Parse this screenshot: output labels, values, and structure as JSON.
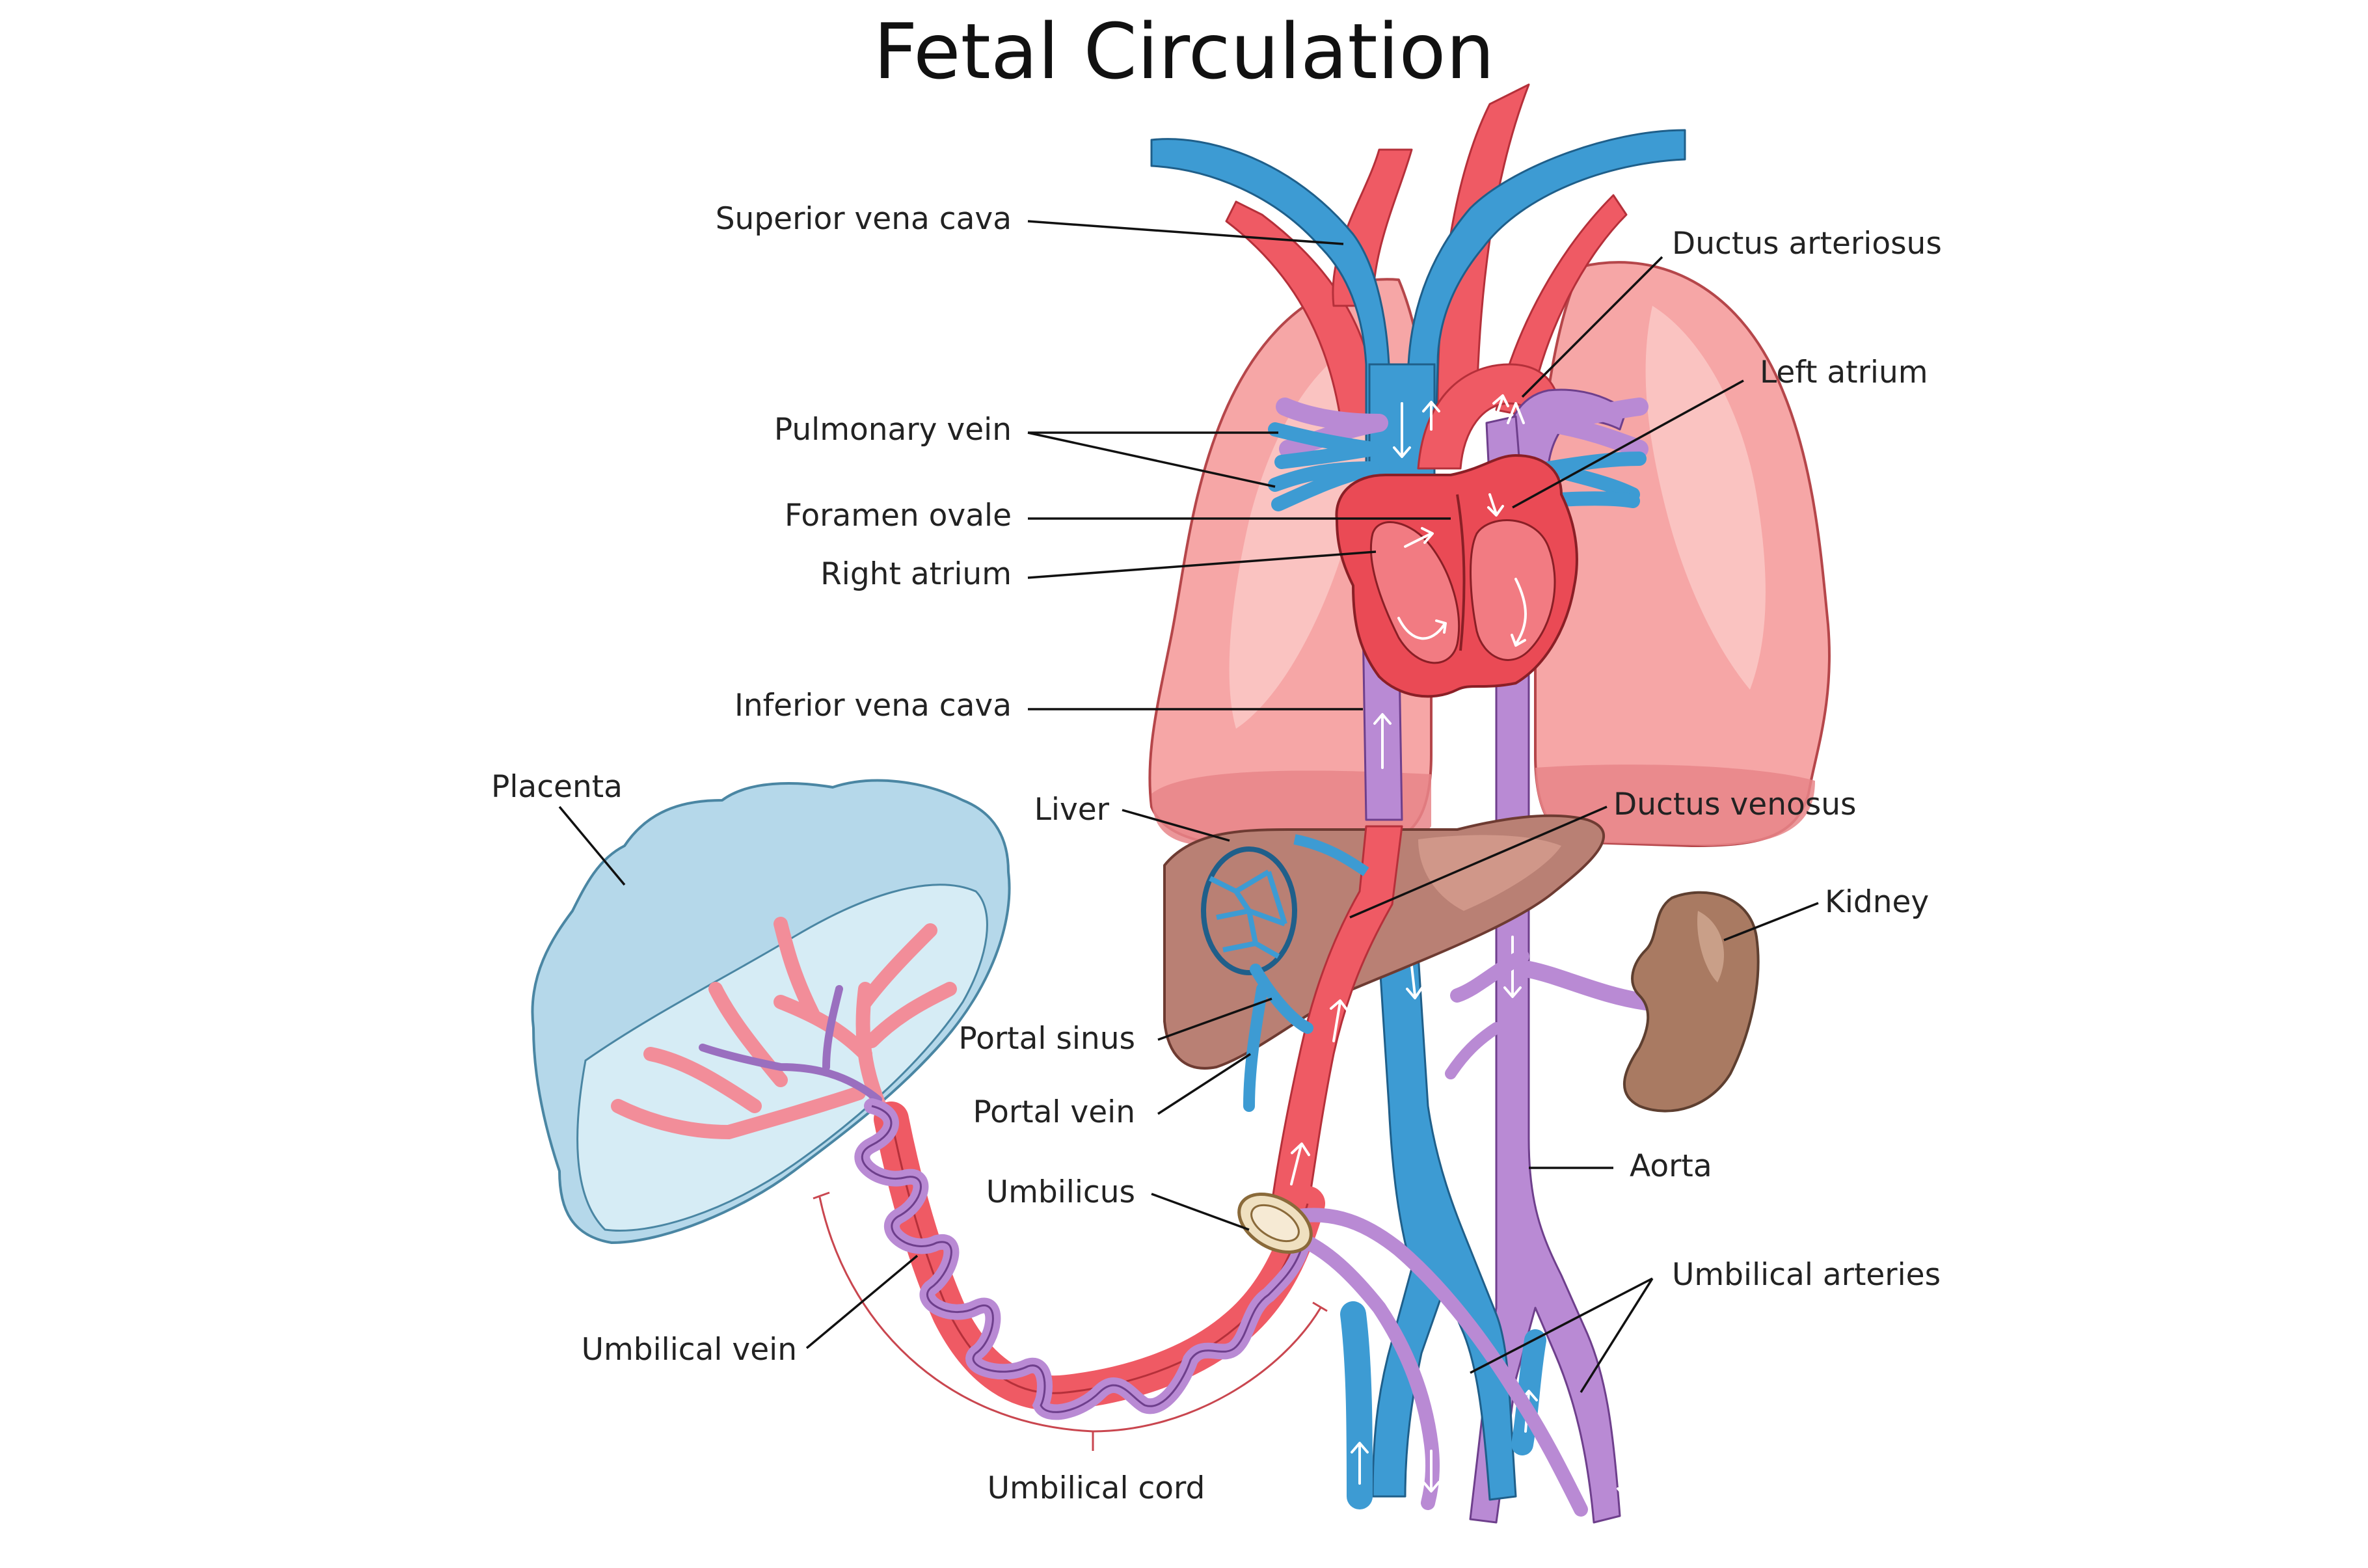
{
  "title": "Fetal Circulation",
  "labels": {
    "superior_vena_cava": "Superior vena cava",
    "ductus_arteriosus": "Ductus arteriosus",
    "left_atrium": "Left atrium",
    "pulmonary_vein": "Pulmonary vein",
    "foramen_ovale": "Foramen ovale",
    "right_atrium": "Right atrium",
    "inferior_vena_cava": "Inferior vena cava",
    "placenta": "Placenta",
    "liver": "Liver",
    "ductus_venosus": "Ductus venosus",
    "kidney": "Kidney",
    "portal_sinus": "Portal sinus",
    "portal_vein": "Portal vein",
    "umbilicus": "Umbilicus",
    "aorta": "Aorta",
    "umbilical_arteries": "Umbilical arteries",
    "umbilical_vein": "Umbilical vein",
    "umbilical_cord": "Umbilical cord"
  },
  "colors": {
    "artery_red": "#ef5a64",
    "vein_blue": "#3d9bd3",
    "mixed_purple": "#b98ad4",
    "lung_pink": "#f6a6a6",
    "liver_brown": "#b98074",
    "kidney_brown": "#a97a62",
    "placenta_blue": "#b5d8ea",
    "heart_red": "#ea4a55",
    "outline": "#7a2a2a"
  }
}
